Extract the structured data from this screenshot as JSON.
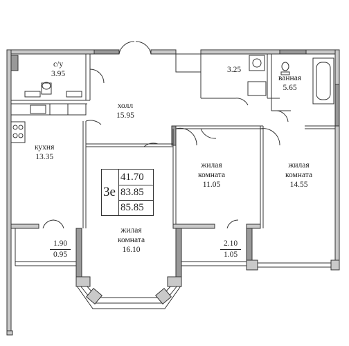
{
  "apartment": {
    "type": "3е",
    "areas": [
      "41.70",
      "83.85",
      "85.85"
    ]
  },
  "rooms": {
    "bathroom_small": {
      "name": "с/у",
      "area": "3.95"
    },
    "hall": {
      "name": "холл",
      "area": "15.95"
    },
    "kitchen": {
      "name": "кухня",
      "area": "13.35"
    },
    "storage": {
      "area": "3.25"
    },
    "bathroom": {
      "name": "ванная",
      "area": "5.65"
    },
    "living_mid": {
      "name1": "жилая",
      "name2": "комната",
      "area": "11.05"
    },
    "living_right": {
      "name1": "жилая",
      "name2": "комната",
      "area": "14.55"
    },
    "living_bay": {
      "name1": "жилая",
      "name2": "комната",
      "area": "16.10"
    }
  },
  "balconies": {
    "left": {
      "top": "1.90",
      "bottom": "0.95"
    },
    "right": {
      "top": "2.10",
      "bottom": "1.05"
    }
  },
  "colors": {
    "wall": "#8c8c8c",
    "line": "#333333",
    "fill": "#cfcfcf"
  }
}
